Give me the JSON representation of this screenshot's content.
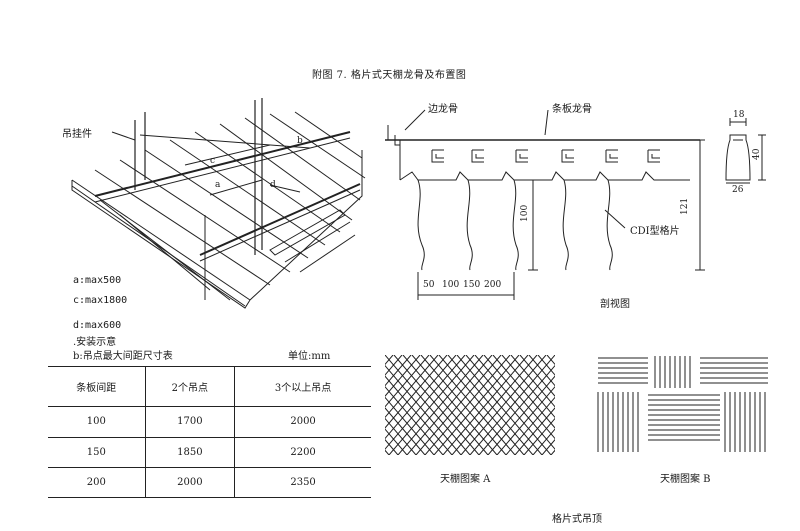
{
  "title": "附图    7. 格片式天棚龙骨及布置图",
  "iso": {
    "hanger_label": "吊挂件",
    "dim_a": "a",
    "dim_b": "b",
    "dim_c": "c",
    "dim_d": "d"
  },
  "legend": {
    "a": "a:max500",
    "c": "c:max1800",
    "d": "d:max600",
    "note": ".安装示意",
    "b": "b:吊点最大间距尺寸表"
  },
  "unit": "单位:mm",
  "table": {
    "headers": [
      "条板间距",
      "2个吊点",
      "3个以上吊点"
    ],
    "rows": [
      [
        "100",
        "1700",
        "2000"
      ],
      [
        "150",
        "1850",
        "2200"
      ],
      [
        "200",
        "2000",
        "2350"
      ]
    ]
  },
  "section": {
    "edge_keel": "边龙骨",
    "strip_keel": "条板龙骨",
    "cdi_label": "CDI型格片",
    "dim_100": "100",
    "dim_121": "121",
    "spacing": [
      "50",
      "100",
      "150",
      "200"
    ],
    "caption": "剖视图"
  },
  "profile": {
    "top": "18",
    "height": "40",
    "bottom": "26"
  },
  "patterns": {
    "a_caption": "天棚图案 A",
    "b_caption": "天棚图案 B"
  },
  "footer": "格片式吊顶"
}
